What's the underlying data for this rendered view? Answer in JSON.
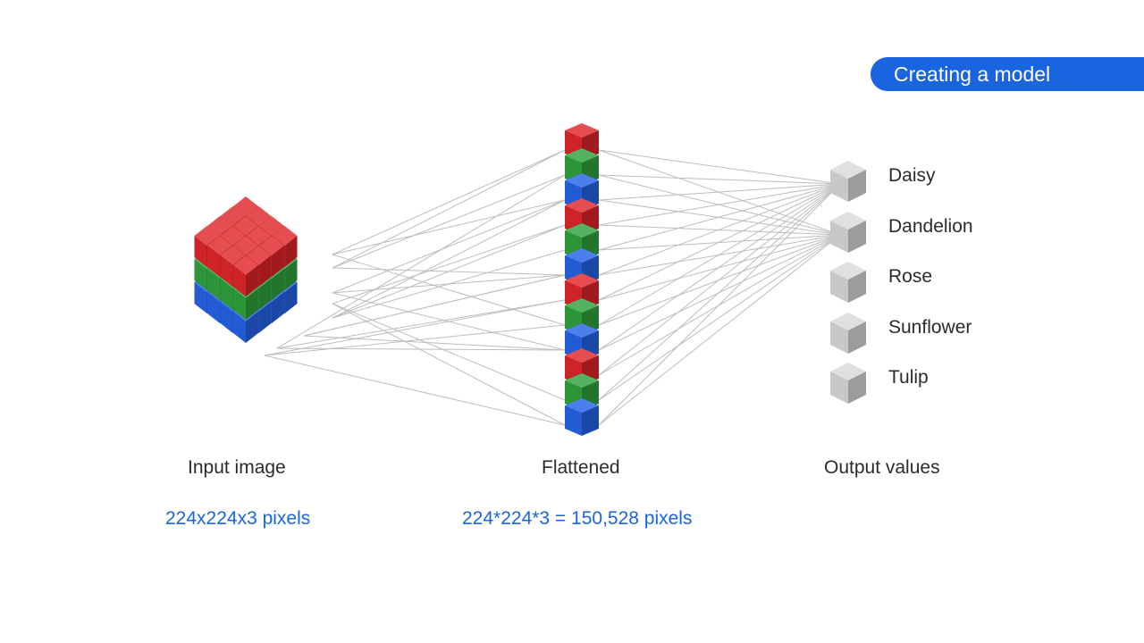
{
  "badge": {
    "title": "Creating a model"
  },
  "input": {
    "label": "Input image",
    "size_text": "224x224x3 pixels"
  },
  "flattened": {
    "label": "Flattened",
    "size_text": "224*224*3 = 150,528 pixels"
  },
  "output": {
    "label": "Output values",
    "classes": [
      "Daisy",
      "Dandelion",
      "Rose",
      "Sunflower",
      "Tulip"
    ]
  },
  "colors": {
    "accent": "#1a64e0",
    "red": "#e0262a",
    "green": "#2fa23c",
    "blue": "#2563e6",
    "gray": "#d9d9d9"
  },
  "flattened_cube_colors": [
    "red",
    "green",
    "blue",
    "red",
    "green",
    "blue",
    "red",
    "green",
    "blue",
    "red",
    "green",
    "blue"
  ]
}
